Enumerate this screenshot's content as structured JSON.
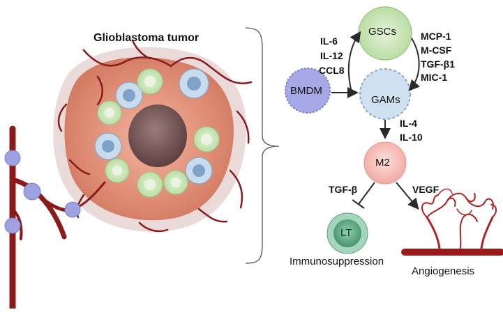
{
  "title": "Glioblastoma tumor",
  "nodes": {
    "gscs": "GSCs",
    "bmdm": "BMDM",
    "gams": "GAMs",
    "m2": "M2",
    "lt": "LT"
  },
  "labels": {
    "bmdm_to_gscs": [
      "IL-6",
      "IL-12",
      "CCL8"
    ],
    "gscs_to_gams": [
      "MCP-1",
      "M-CSF",
      "TGF-β1",
      "MIC-1"
    ],
    "gams_to_m2": [
      "IL-4",
      "IL-10"
    ],
    "m2_to_lt": "TGF-β",
    "m2_to_angio": "VEGF"
  },
  "outcomes": {
    "immunosuppression": "Immunosuppression",
    "angiogenesis": "Angiogenesis"
  },
  "colors": {
    "vessel": "#8b1a1a",
    "tumor": "#d9826c",
    "core": "#6e5050",
    "cell_green": "#c7e6b3",
    "cell_blue": "#c9dcee",
    "cell_purple": "#9ea2e3",
    "cell_pink": "#f6b3ae",
    "cell_lt": "#64ac88"
  }
}
